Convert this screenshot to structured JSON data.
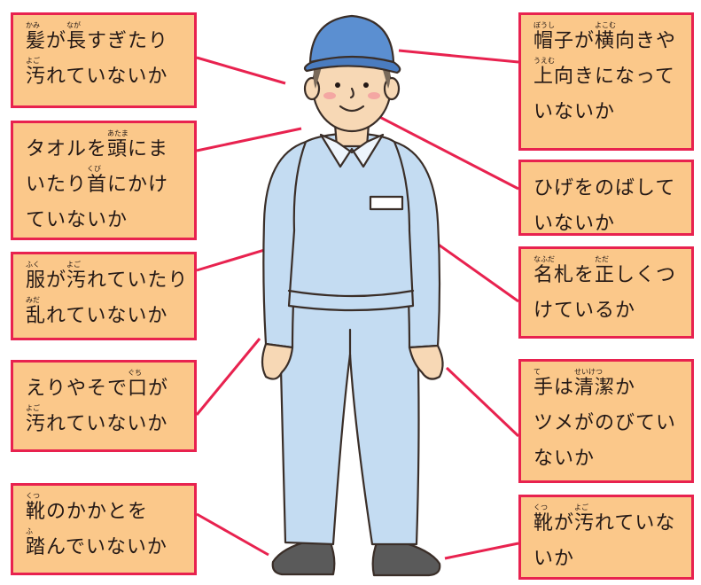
{
  "callouts": [
    {
      "id": "hair",
      "lines": [
        {
          "ruby": [
            [
              "髪",
              "かみ"
            ],
            [
              "が",
              ""
            ],
            [
              "長",
              "なが"
            ],
            [
              "すぎたり",
              ""
            ]
          ]
        },
        {
          "ruby": [
            [
              "汚",
              "よご"
            ],
            [
              "れていないか",
              ""
            ]
          ]
        }
      ]
    },
    {
      "id": "towel",
      "lines": [
        {
          "ruby": [
            [
              "タオルを",
              ""
            ],
            [
              "頭",
              "あたま"
            ],
            [
              "にま",
              ""
            ]
          ]
        },
        {
          "ruby": [
            [
              "いたり",
              ""
            ],
            [
              "首",
              "くび"
            ],
            [
              "にかけ",
              ""
            ]
          ]
        },
        {
          "ruby": [
            [
              "ていないか",
              ""
            ]
          ]
        }
      ]
    },
    {
      "id": "clothes",
      "lines": [
        {
          "ruby": [
            [
              "服",
              "ふく"
            ],
            [
              "が",
              ""
            ],
            [
              "汚",
              "よご"
            ],
            [
              "れていたり",
              ""
            ]
          ]
        },
        {
          "ruby": [
            [
              "乱",
              "みだ"
            ],
            [
              "れていないか",
              ""
            ]
          ]
        }
      ]
    },
    {
      "id": "collar",
      "lines": [
        {
          "ruby": [
            [
              "えりやそで",
              ""
            ],
            [
              "口",
              "ぐち"
            ],
            [
              "が",
              ""
            ]
          ]
        },
        {
          "ruby": [
            [
              "汚",
              "よご"
            ],
            [
              "れていないか",
              ""
            ]
          ]
        }
      ]
    },
    {
      "id": "heel",
      "lines": [
        {
          "ruby": [
            [
              "靴",
              "くつ"
            ],
            [
              "のかかとを",
              ""
            ]
          ]
        },
        {
          "ruby": [
            [
              "踏",
              "ふ"
            ],
            [
              "んでいないか",
              ""
            ]
          ]
        }
      ]
    },
    {
      "id": "cap",
      "lines": [
        {
          "ruby": [
            [
              "帽子",
              "ぼうし"
            ],
            [
              "が",
              ""
            ],
            [
              "横向",
              "よこむ"
            ],
            [
              "きや",
              ""
            ]
          ]
        },
        {
          "ruby": [
            [
              "上向",
              "うえむ"
            ],
            [
              "きになって",
              ""
            ]
          ]
        },
        {
          "ruby": [
            [
              "いないか",
              ""
            ]
          ]
        }
      ]
    },
    {
      "id": "beard",
      "lines": [
        {
          "ruby": [
            [
              "ひげをのばして",
              ""
            ]
          ]
        },
        {
          "ruby": [
            [
              "いないか",
              ""
            ]
          ]
        }
      ]
    },
    {
      "id": "nametag",
      "lines": [
        {
          "ruby": [
            [
              "名札",
              "なふだ"
            ],
            [
              "を",
              ""
            ],
            [
              "正",
              "ただ"
            ],
            [
              "しくつ",
              ""
            ]
          ]
        },
        {
          "ruby": [
            [
              "けているか",
              ""
            ]
          ]
        }
      ]
    },
    {
      "id": "hands",
      "lines": [
        {
          "ruby": [
            [
              "手",
              "て"
            ],
            [
              "は",
              ""
            ],
            [
              "清潔",
              "せいけつ"
            ],
            [
              "か",
              ""
            ]
          ]
        },
        {
          "ruby": [
            [
              "ツメがのびてい",
              ""
            ]
          ]
        },
        {
          "ruby": [
            [
              "ないか",
              ""
            ]
          ]
        }
      ]
    },
    {
      "id": "shoes",
      "lines": [
        {
          "ruby": [
            [
              "靴",
              "くつ"
            ],
            [
              "が",
              ""
            ],
            [
              "汚",
              "よご"
            ],
            [
              "れていな",
              ""
            ]
          ]
        },
        {
          "ruby": [
            [
              "いか",
              ""
            ]
          ]
        }
      ]
    }
  ],
  "colors": {
    "box_fill": "#fbc88a",
    "box_border": "#e8224f",
    "cap": "#5b8fd1",
    "uniform": "#c4dcf2",
    "skin": "#f7d8b5",
    "shoes": "#5a5a5a"
  }
}
